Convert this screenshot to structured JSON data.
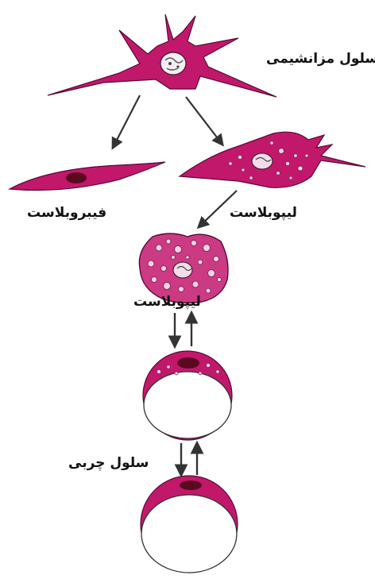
{
  "labels": {
    "mesenchymal_cell": "سلول مزانشیمی",
    "fibroblast": "فیبروبلاست",
    "lipoblast_1": "لیپوبلاست",
    "lipoblast_2": "لیپوبلاست",
    "fat_cell": "سلول چربی"
  },
  "colors": {
    "cytoplasm": "#c2186b",
    "cytoplasm_outline": "#5a0a35",
    "nucleus_dark": "#5a0a1f",
    "vacuole": "#f2d3e4",
    "fat_droplet": "#ffffff",
    "arrow": "#333333"
  }
}
